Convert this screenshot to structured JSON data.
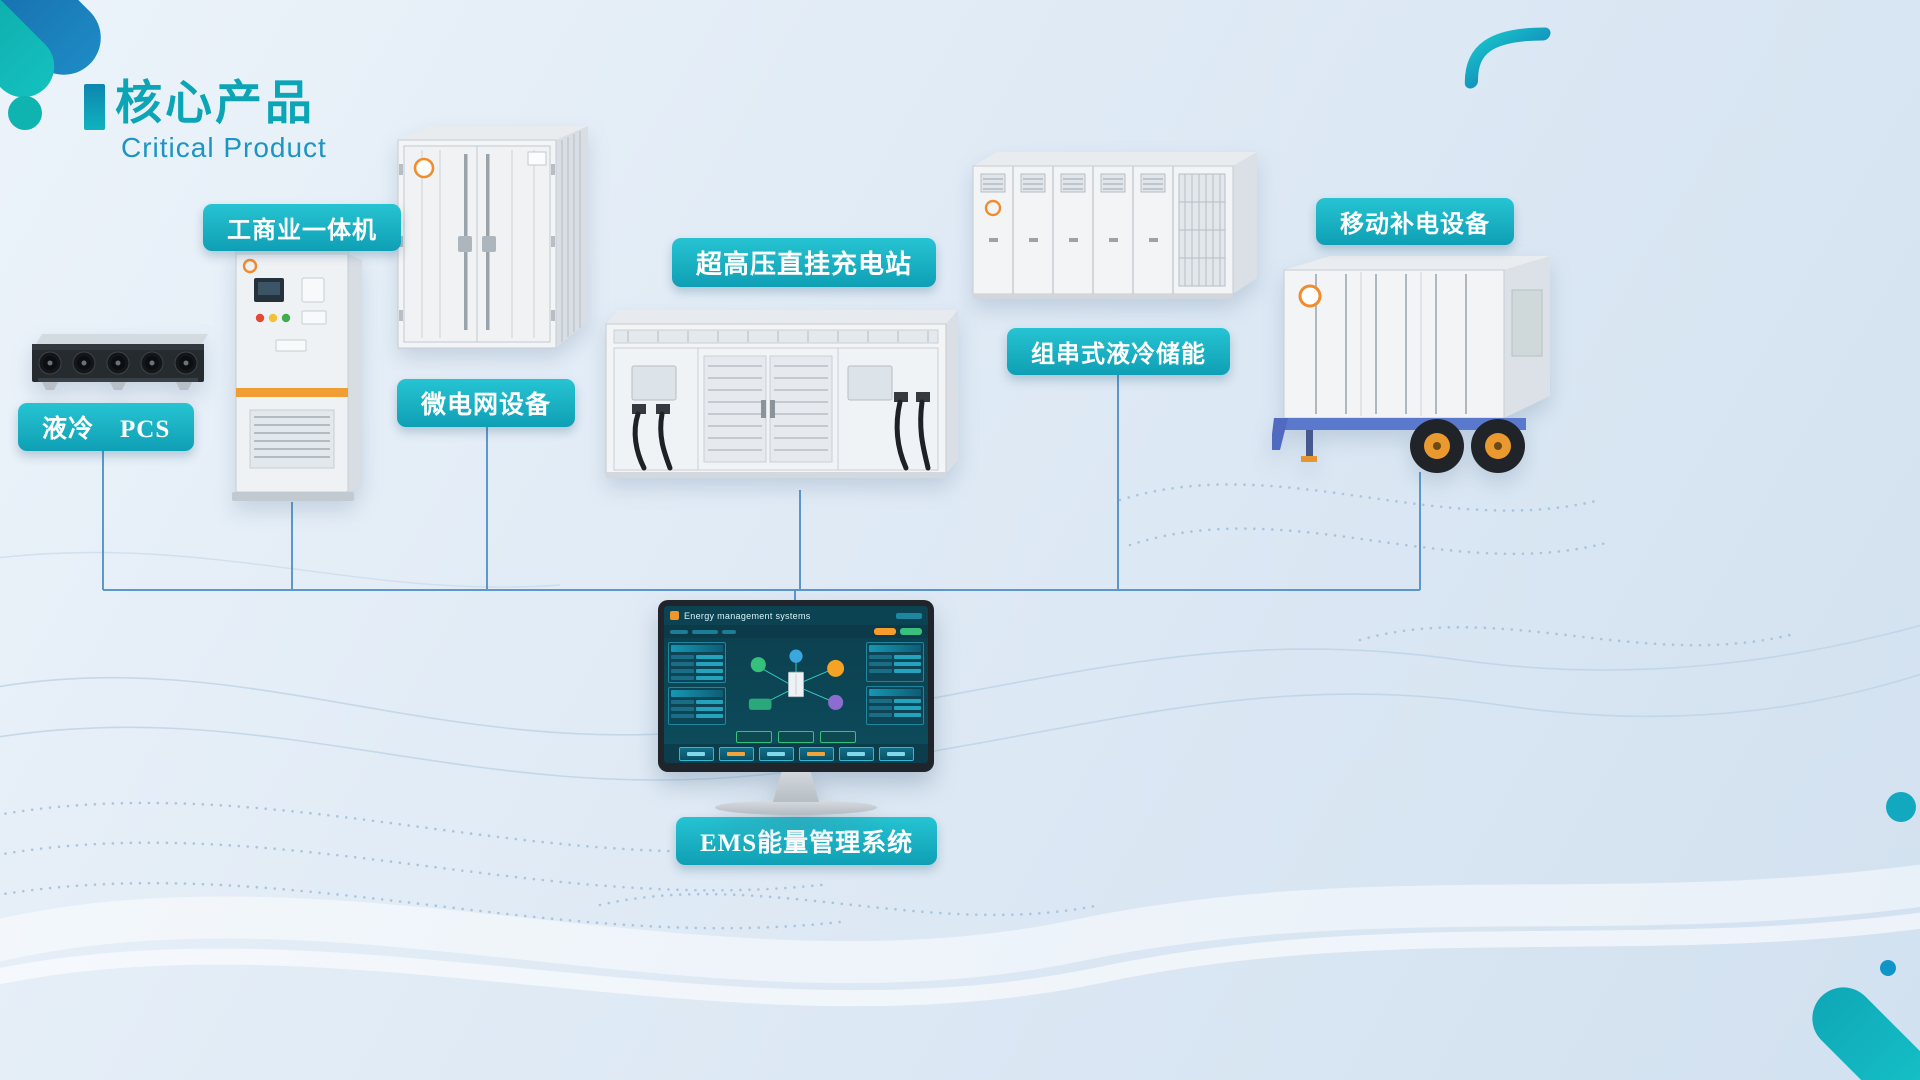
{
  "slide": {
    "title": "核心产品",
    "subtitle": "Critical Product"
  },
  "products": [
    {
      "label": "液冷　PCS"
    },
    {
      "label": "工商业一体机"
    },
    {
      "label": "微电网设备"
    },
    {
      "label": "超高压直挂充电站"
    },
    {
      "label": "组串式液冷储能"
    },
    {
      "label": "移动补电设备"
    },
    {
      "label": "EMS能量管理系统"
    }
  ],
  "ems_screen": {
    "title": "Energy management systems"
  },
  "colors": {
    "accent_teal": "#0ba5b6",
    "label_gradient_top": "#26c4d3",
    "label_gradient_bottom": "#0f9fb4",
    "connector_blue": "#4e8fc7",
    "brand_orange": "#f0962e",
    "trailer_blue": "#5b79cc"
  }
}
